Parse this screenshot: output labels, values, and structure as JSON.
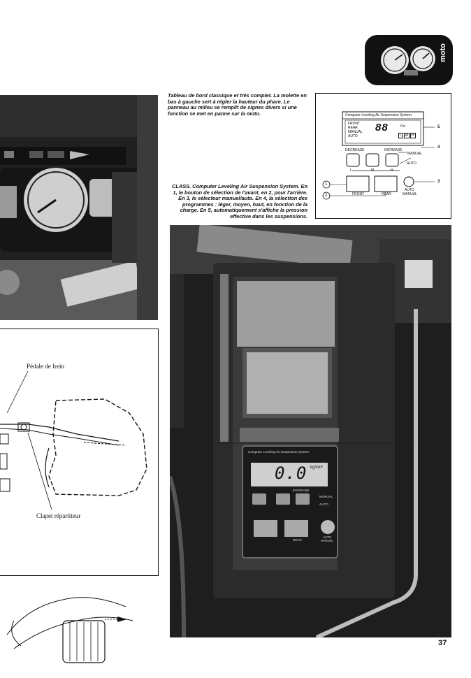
{
  "badge": {
    "text": "moto"
  },
  "caption_top": "Tableau de bord classique et très complet. La molette en bas à gauche sert à régler la hauteur du phare. Le panneau au milieu se remplit de signes divers si une fonction se met en panne sur la moto.",
  "caption_class": "CLASS. Computer Leveling Air Suspension System. En 1, le bouton de sélection de l'avant, en 2, pour l'arrière. En 3, le sélecteur manuel/auto. En 4, la sélection des programmes : léger, moyen, haut, en fonction de la charge. En 5, automatiquement s'affiche la pression effective dans les suspensions.",
  "panel_diagram": {
    "title": "Computer Leveling Air Suspension System",
    "modes": [
      "FRONT",
      "REAR",
      "MANUAL",
      "AUTO"
    ],
    "readout": "88",
    "unit": "Psi",
    "lmh": [
      "L",
      "M",
      "H"
    ],
    "decrease": "DECREASE",
    "increase": "INCREASE",
    "manual": "MANUAL",
    "auto": "AUTO",
    "scale": [
      "L",
      "M",
      "H"
    ],
    "front": "FRONT",
    "rear": "REAR",
    "auto_manual": [
      "AUTO",
      "MANUAL"
    ],
    "callouts": [
      "1",
      "2",
      "3",
      "4",
      "5"
    ]
  },
  "brake_diagram": {
    "label_pedal": "Pédale de frein",
    "label_valve": "Clapet répartiteur"
  },
  "photo_panel": {
    "title": "Computer Leveling Air Suspension System",
    "readout": "0.0",
    "unit": "kg/cm²",
    "increase": "INCREASE",
    "manual": "MANUAL",
    "auto": "AUTO",
    "rear": "REAR",
    "auto_manual": "AUTO MANUAL"
  },
  "page_number": "37",
  "colors": {
    "ink": "#111111",
    "photo_dark": "#1c1c1c"
  }
}
